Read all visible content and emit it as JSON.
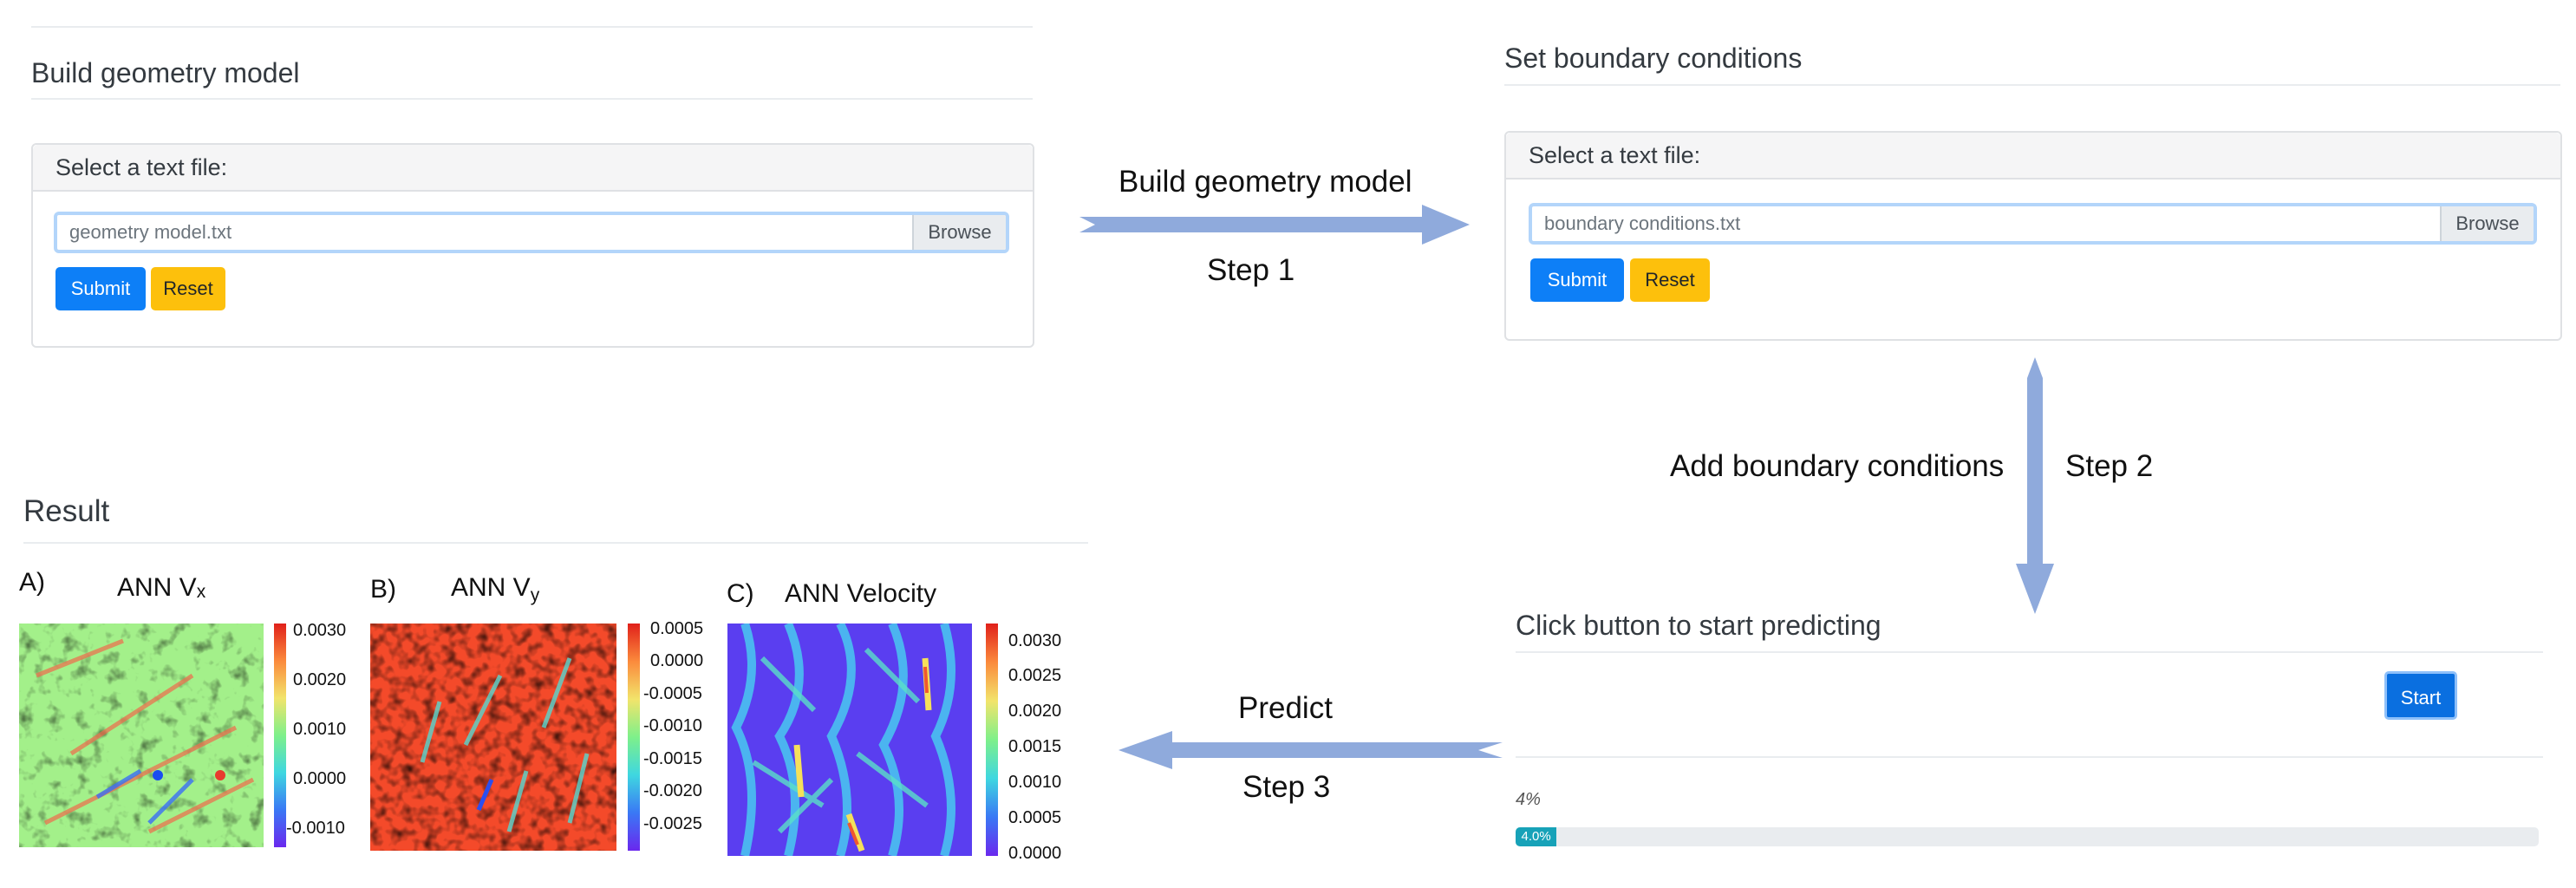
{
  "geometry": {
    "title": "Build geometry model",
    "card_header": "Select a text file:",
    "file_value": "geometry model.txt",
    "browse_label": "Browse",
    "submit_label": "Submit",
    "reset_label": "Reset"
  },
  "boundary": {
    "title": "Set boundary conditions",
    "card_header": "Select a text file:",
    "file_value": "boundary conditions.txt",
    "browse_label": "Browse",
    "submit_label": "Submit",
    "reset_label": "Reset"
  },
  "flow": {
    "step1_caption": "Build geometry model",
    "step1_label": "Step 1",
    "step2_caption": "Add boundary conditions",
    "step2_label": "Step 2",
    "step3_caption": "Predict",
    "step3_label": "Step 3"
  },
  "predict": {
    "title": "Click button to start predicting",
    "start_label": "Start",
    "progress_text": "4%",
    "progress_badge": "4.0%",
    "progress_fraction": 0.04,
    "progress_color": "#17a2b8"
  },
  "result": {
    "title": "Result",
    "plots": [
      {
        "letter": "A)",
        "title": "ANN V",
        "subscript": "x",
        "ticks": [
          "0.0030",
          "0.0020",
          "0.0010",
          "0.0000",
          "-0.0010"
        ]
      },
      {
        "letter": "B)",
        "title": "ANN V",
        "subscript": "y",
        "ticks": [
          "0.0005",
          "0.0000",
          "-0.0005",
          "-0.0010",
          "-0.0015",
          "-0.0020",
          "-0.0025"
        ]
      },
      {
        "letter": "C)",
        "title": "ANN Velocity",
        "subscript": "",
        "ticks": [
          "0.0030",
          "0.0025",
          "0.0020",
          "0.0015",
          "0.0010",
          "0.0005",
          "0.0000"
        ]
      }
    ]
  },
  "colors": {
    "primary": "#0d7ff7",
    "warning": "#fdc00c",
    "arrow": "#8faadc",
    "focus_border": "#b3d5fa"
  }
}
